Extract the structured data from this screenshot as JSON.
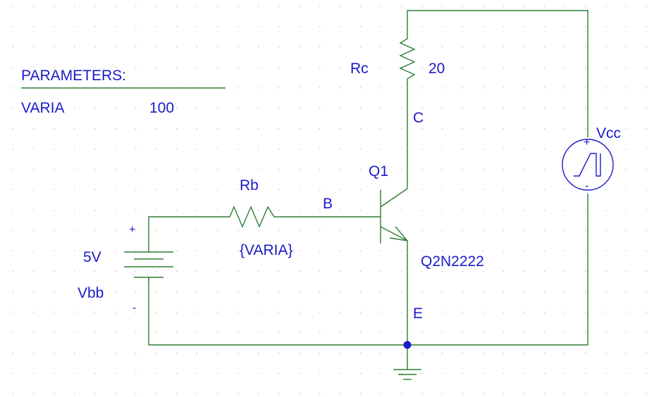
{
  "parameters": {
    "header": "PARAMETERS:",
    "name": "VARIA",
    "value": "100"
  },
  "components": {
    "rc": {
      "name": "Rc",
      "value": "20"
    },
    "rb": {
      "name": "Rb",
      "value": "{VARIA}"
    },
    "q1": {
      "name": "Q1",
      "model": "Q2N2222"
    },
    "vbb": {
      "name": "Vbb",
      "value": "5V",
      "plus": "+",
      "minus": "-"
    },
    "vcc": {
      "name": "Vcc",
      "plus": "+",
      "minus": "-"
    }
  },
  "nodes": {
    "base": "B",
    "collector": "C",
    "emitter": "E"
  },
  "colors": {
    "wire": "#2e7d32",
    "text": "#1a1ac8",
    "grid": "#b0b0b0",
    "junction": "#1a1ac8"
  }
}
